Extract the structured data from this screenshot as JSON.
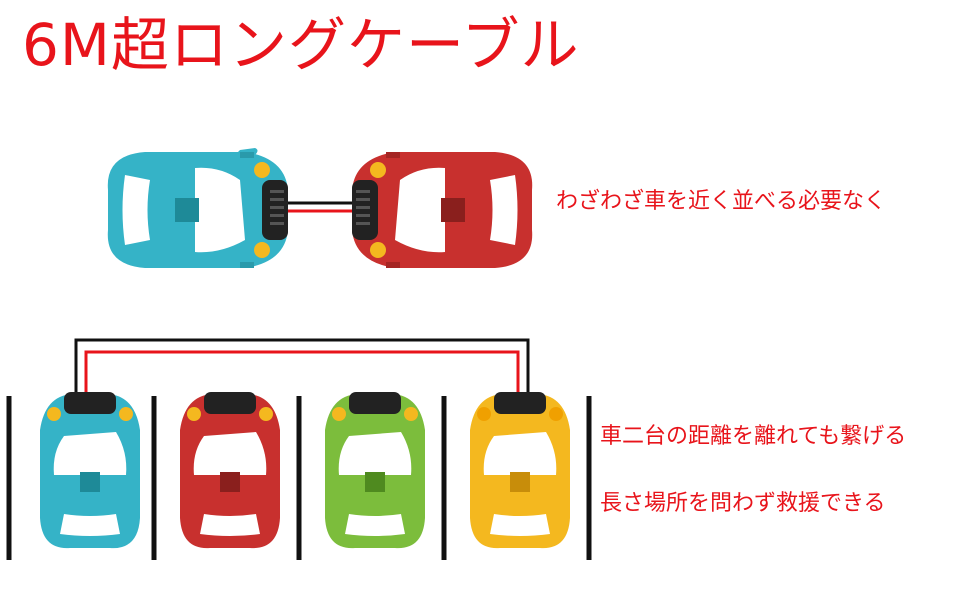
{
  "title": "6M超ロングケーブル",
  "captions": {
    "top": "わざわざ車を近く並べる必要なく",
    "middle": "車二台の距離を離れても繋げる",
    "bottom": "長さ場所を問わず救援できる"
  },
  "colors": {
    "accent": "#e8141b",
    "car_blue": "#35b3c7",
    "car_red": "#c8302e",
    "car_green": "#7cbd3c",
    "car_yellow": "#f4b81f",
    "cable_black": "#111111",
    "cable_red": "#e8141b"
  }
}
